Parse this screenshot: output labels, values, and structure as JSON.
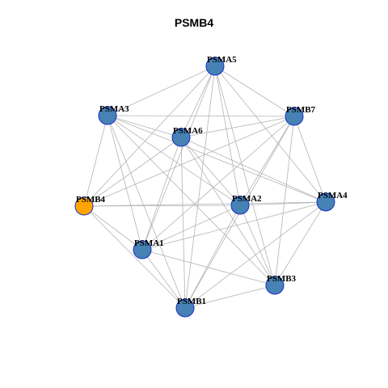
{
  "title": "PSMB4",
  "colors": {
    "node_default": "#4682B4",
    "node_stroke": "#1A2FC8",
    "node_highlight": "#FFA500",
    "edge": "#B4B4B4"
  },
  "nodes": [
    {
      "id": "PSMA5",
      "label": "PSMA5",
      "highlight": false
    },
    {
      "id": "PSMA3",
      "label": "PSMA3",
      "highlight": false
    },
    {
      "id": "PSMB7",
      "label": "PSMB7",
      "highlight": false
    },
    {
      "id": "PSMA6",
      "label": "PSMA6",
      "highlight": false
    },
    {
      "id": "PSMB4",
      "label": "PSMB4",
      "highlight": true
    },
    {
      "id": "PSMA2",
      "label": "PSMA2",
      "highlight": false
    },
    {
      "id": "PSMA4",
      "label": "PSMA4",
      "highlight": false
    },
    {
      "id": "PSMA1",
      "label": "PSMA1",
      "highlight": false
    },
    {
      "id": "PSMB3",
      "label": "PSMB3",
      "highlight": false
    },
    {
      "id": "PSMB1",
      "label": "PSMB1",
      "highlight": false
    }
  ],
  "edges": [
    [
      "PSMA5",
      "PSMA3"
    ],
    [
      "PSMA5",
      "PSMB7"
    ],
    [
      "PSMA5",
      "PSMA6"
    ],
    [
      "PSMA5",
      "PSMB4"
    ],
    [
      "PSMA5",
      "PSMA2"
    ],
    [
      "PSMA5",
      "PSMA4"
    ],
    [
      "PSMA5",
      "PSMA1"
    ],
    [
      "PSMA5",
      "PSMB3"
    ],
    [
      "PSMA5",
      "PSMB1"
    ],
    [
      "PSMA3",
      "PSMB7"
    ],
    [
      "PSMA3",
      "PSMA6"
    ],
    [
      "PSMA3",
      "PSMB4"
    ],
    [
      "PSMA3",
      "PSMA2"
    ],
    [
      "PSMA3",
      "PSMA4"
    ],
    [
      "PSMA3",
      "PSMA1"
    ],
    [
      "PSMA3",
      "PSMB3"
    ],
    [
      "PSMA3",
      "PSMB1"
    ],
    [
      "PSMB7",
      "PSMA6"
    ],
    [
      "PSMB7",
      "PSMB4"
    ],
    [
      "PSMB7",
      "PSMA2"
    ],
    [
      "PSMB7",
      "PSMA4"
    ],
    [
      "PSMB7",
      "PSMA1"
    ],
    [
      "PSMB7",
      "PSMB3"
    ],
    [
      "PSMB7",
      "PSMB1"
    ],
    [
      "PSMA6",
      "PSMB4"
    ],
    [
      "PSMA6",
      "PSMA2"
    ],
    [
      "PSMA6",
      "PSMA4"
    ],
    [
      "PSMA6",
      "PSMA1"
    ],
    [
      "PSMA6",
      "PSMB3"
    ],
    [
      "PSMA6",
      "PSMB1"
    ],
    [
      "PSMB4",
      "PSMA2"
    ],
    [
      "PSMB4",
      "PSMA4"
    ],
    [
      "PSMB4",
      "PSMA1"
    ],
    [
      "PSMB4",
      "PSMB1"
    ],
    [
      "PSMA2",
      "PSMA4"
    ],
    [
      "PSMA2",
      "PSMA1"
    ],
    [
      "PSMA2",
      "PSMB3"
    ],
    [
      "PSMA2",
      "PSMB1"
    ],
    [
      "PSMA4",
      "PSMA1"
    ],
    [
      "PSMA4",
      "PSMB3"
    ],
    [
      "PSMA4",
      "PSMB1"
    ],
    [
      "PSMA1",
      "PSMB3"
    ],
    [
      "PSMA1",
      "PSMB1"
    ],
    [
      "PSMB3",
      "PSMB1"
    ]
  ]
}
